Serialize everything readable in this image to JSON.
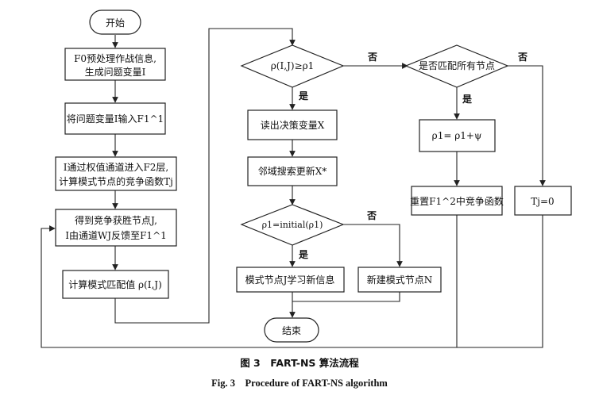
{
  "nodes": {
    "start": "开始",
    "n1_line1": "F0预处理作战信息,",
    "n1_line2": "生成问题变量I",
    "n2": "将问题变量I输入F1^1",
    "n3_line1": "I通过权值通道进入F2层,",
    "n3_line2": "计算模式节点的竞争函数Tj",
    "n4_line1": "得到竞争获胜节点J,",
    "n4_line2": "I由通道WJ反馈至F1^1",
    "n5": "计算模式匹配值 ρ(I,J)",
    "d1": "ρ(I,J)≥ρ1",
    "n6": "读出决策变量X",
    "n7": "邻域搜索更新X*",
    "d2": "ρ1=initial(ρ1)",
    "n8": "模式节点J学习新信息",
    "n9": "新建模式节点N",
    "end": "结束",
    "d3": "是否匹配所有节点",
    "n10": "ρ1= ρ1+ψ",
    "n11": "重置F1^2中竞争函数",
    "n12": "Tj=0"
  },
  "edge_labels": {
    "yes": "是",
    "no": "否"
  },
  "caption": {
    "cn": "图 3　FART-NS 算法流程",
    "en": "Fig. 3　Procedure of FART-NS algorithm"
  }
}
